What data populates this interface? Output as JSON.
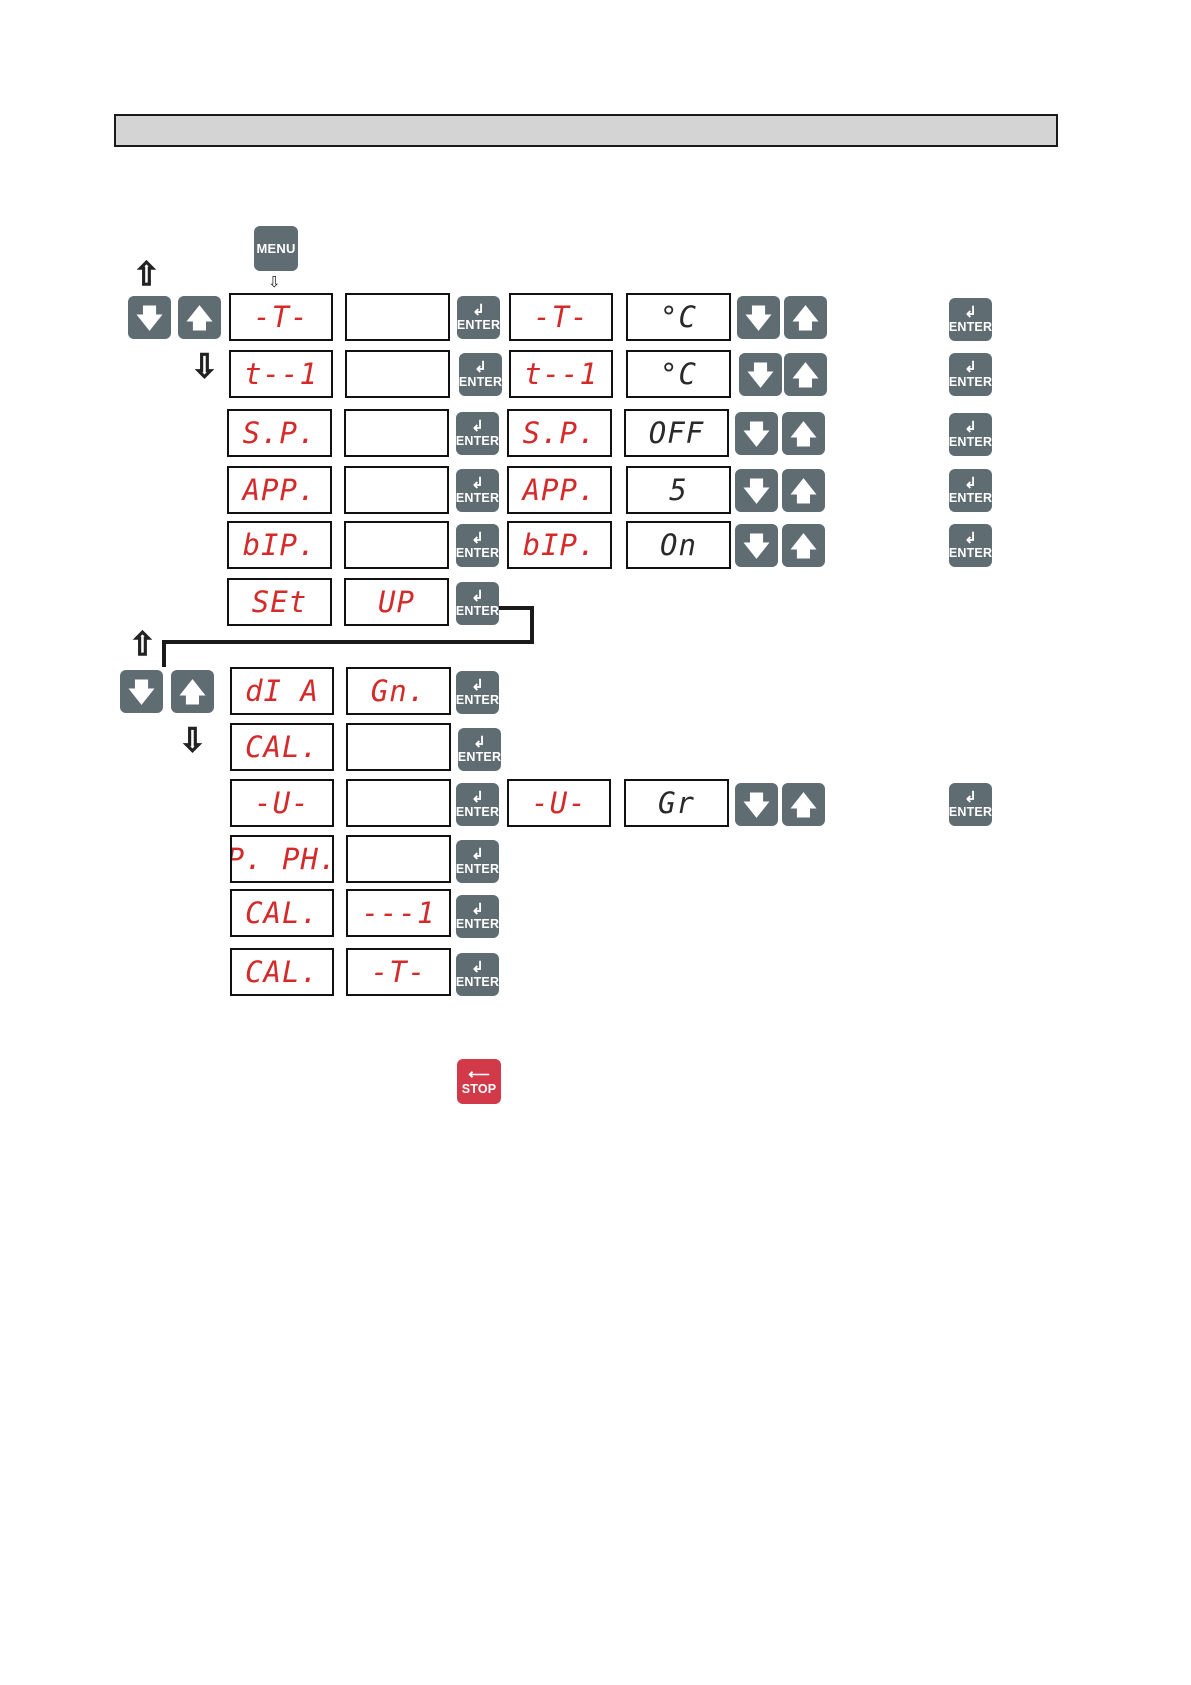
{
  "keys": {
    "menu_label": "MENU",
    "enter_label": "ENTER",
    "enter_arrow": "↲",
    "stop_label": "STOP",
    "stop_arrow": "⟵",
    "up_glyph": "🡅",
    "down_glyph": "🡇"
  },
  "nav": {
    "up_outline": "⇧",
    "down_outline": "⇩",
    "small_down": "⇩"
  },
  "rows_top": [
    {
      "param": "-T-",
      "value": "",
      "param2": "-T-",
      "setting": "°C"
    },
    {
      "param": "t--1",
      "value": "",
      "param2": "t--1",
      "setting": "°C"
    },
    {
      "param": "S.P.",
      "value": "",
      "param2": "S.P.",
      "setting": "OFF"
    },
    {
      "param": "APP.",
      "value": "",
      "param2": "APP.",
      "setting": "5"
    },
    {
      "param": "bIP.",
      "value": "",
      "param2": "bIP.",
      "setting": "On"
    },
    {
      "param": "SEt",
      "value": "UP"
    }
  ],
  "rows_setup": [
    {
      "param": "dI A",
      "value": "Gn."
    },
    {
      "param": "CAL.",
      "value": ""
    },
    {
      "param": "-U-",
      "value": "",
      "param2": "-U-",
      "setting": "Gr"
    },
    {
      "param": "P. PH.",
      "value": ""
    },
    {
      "param": "CAL.",
      "value": "---1"
    },
    {
      "param": "CAL.",
      "value": "-T-"
    }
  ],
  "colors": {
    "key_gray": "#5f6c72",
    "stop_red": "#d23a4a",
    "lcd_red": "#d42a2a",
    "header_gray": "#d4d4d4"
  }
}
